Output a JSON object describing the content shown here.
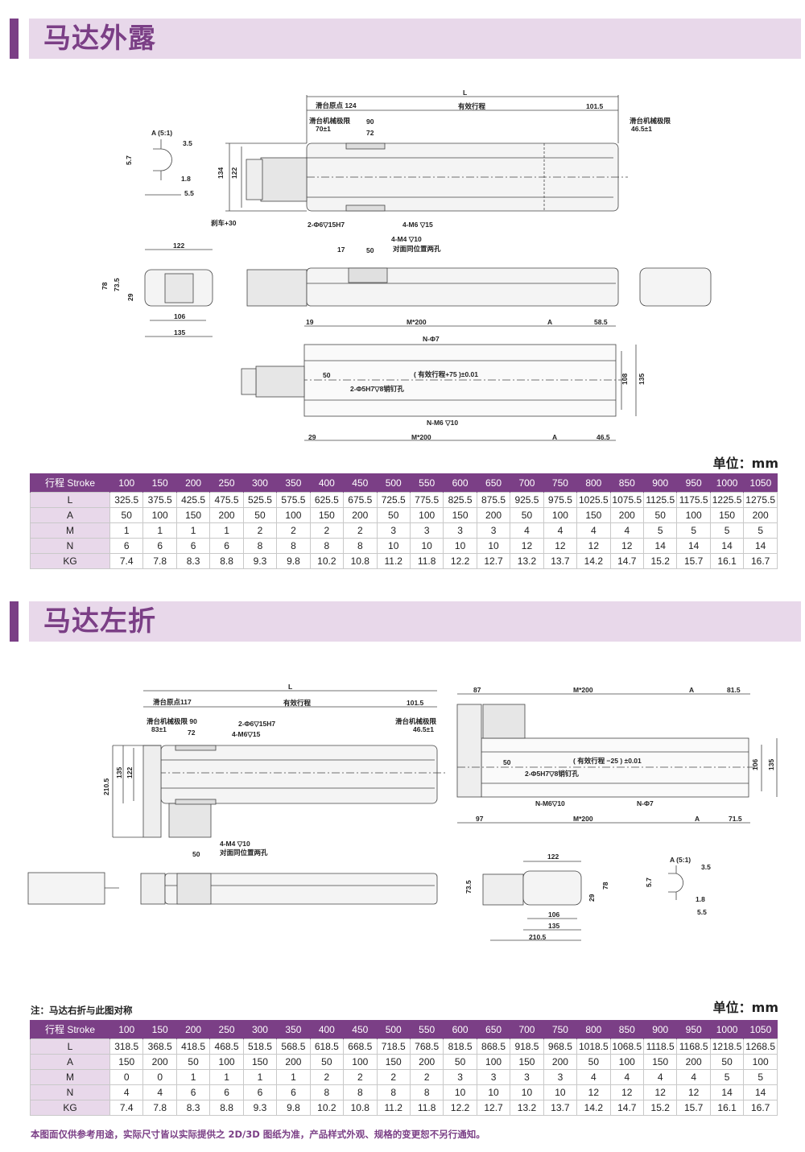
{
  "section1": {
    "title": "马达外露",
    "labels": {
      "L": "L",
      "origin": "滑台原点 124",
      "stroke": "有效行程",
      "d101_5": "101.5",
      "mech_limit_l": "滑台机械极限",
      "d70": "70±1",
      "d90": "90",
      "d72": "72",
      "mech_limit_r": "滑台机械极限",
      "d46_5": "46.5±1",
      "detail_a": "A (5:1)",
      "a3_5": "3.5",
      "a5_7": "5.7",
      "a1_8": "1.8",
      "a5_5": "5.5",
      "h134": "134",
      "h122": "122",
      "brake": "刹车+30",
      "pin_holes": "2-Φ6▽15H7",
      "m6_holes": "4-M6 ▽15",
      "m4_holes": "4-M4 ▽10",
      "opposite": "对面同位置两孔",
      "d17": "17",
      "d50": "50",
      "e122": "122",
      "e78": "78",
      "e73_5": "73.5",
      "e29": "29",
      "e106": "106",
      "e135": "135",
      "b19": "19",
      "bM200": "M*200",
      "bA": "A",
      "b58_5": "58.5",
      "bNphi7": "N-Φ7",
      "bStroke": "( 有效行程+75 )±0.01",
      "b50": "50",
      "bPin": "2-Φ5H7▽8销钉孔",
      "bNM6": "N-M6 ▽10",
      "b108": "108",
      "b135": "135",
      "b29": "29",
      "bM200b": "M*200",
      "bAb": "A",
      "b46_5": "46.5"
    },
    "unit": "单位：mm",
    "table": {
      "header": [
        "行程 Stroke",
        "100",
        "150",
        "200",
        "250",
        "300",
        "350",
        "400",
        "450",
        "500",
        "550",
        "600",
        "650",
        "700",
        "750",
        "800",
        "850",
        "900",
        "950",
        "1000",
        "1050"
      ],
      "rows": [
        [
          "L",
          "325.5",
          "375.5",
          "425.5",
          "475.5",
          "525.5",
          "575.5",
          "625.5",
          "675.5",
          "725.5",
          "775.5",
          "825.5",
          "875.5",
          "925.5",
          "975.5",
          "1025.5",
          "1075.5",
          "1125.5",
          "1175.5",
          "1225.5",
          "1275.5"
        ],
        [
          "A",
          "50",
          "100",
          "150",
          "200",
          "50",
          "100",
          "150",
          "200",
          "50",
          "100",
          "150",
          "200",
          "50",
          "100",
          "150",
          "200",
          "50",
          "100",
          "150",
          "200"
        ],
        [
          "M",
          "1",
          "1",
          "1",
          "1",
          "2",
          "2",
          "2",
          "2",
          "3",
          "3",
          "3",
          "3",
          "4",
          "4",
          "4",
          "4",
          "5",
          "5",
          "5",
          "5"
        ],
        [
          "N",
          "6",
          "6",
          "6",
          "6",
          "8",
          "8",
          "8",
          "8",
          "10",
          "10",
          "10",
          "10",
          "12",
          "12",
          "12",
          "12",
          "14",
          "14",
          "14",
          "14"
        ],
        [
          "KG",
          "7.4",
          "7.8",
          "8.3",
          "8.8",
          "9.3",
          "9.8",
          "10.2",
          "10.8",
          "11.2",
          "11.8",
          "12.2",
          "12.7",
          "13.2",
          "13.7",
          "14.2",
          "14.7",
          "15.2",
          "15.7",
          "16.1",
          "16.7"
        ]
      ]
    }
  },
  "section2": {
    "title": "马达左折",
    "labels": {
      "L": "L",
      "origin": "滑台原点117",
      "stroke": "有效行程",
      "d101_5": "101.5",
      "mech_limit_l": "滑台机械极限 90",
      "d83": "83±1",
      "d72": "72",
      "pin_holes": "2-Φ6▽15H7",
      "m6_holes": "4-M6▽15",
      "mech_limit_r": "滑台机械极限",
      "d46_5": "46.5±1",
      "h210_5": "210.5",
      "h135": "135",
      "h122": "122",
      "m4_holes": "4-M4 ▽10",
      "opposite": "对面同位置两孔",
      "d50": "50",
      "r87": "87",
      "rM200": "M*200",
      "rA": "A",
      "r81_5": "81.5",
      "rStroke": "( 有效行程 −25 ) ±0.01",
      "r50": "50",
      "rPin": "2-Φ5H7▽8销钉孔",
      "rNM6": "N-M6▽10",
      "rNphi7": "N-Φ7",
      "r106": "106",
      "r135": "135",
      "r97": "97",
      "rM200b": "M*200",
      "rAb": "A",
      "r71_5": "71.5",
      "e122": "122",
      "e73_5": "73.5",
      "e29": "29",
      "e78": "78",
      "e106": "106",
      "e135": "135",
      "e210_5": "210.5",
      "detail_a": "A (5:1)",
      "a3_5": "3.5",
      "a5_7": "5.7",
      "a1_8": "1.8",
      "a5_5": "5.5"
    },
    "note": "注：马达右折与此图对称",
    "unit": "单位：mm",
    "table": {
      "header": [
        "行程 Stroke",
        "100",
        "150",
        "200",
        "250",
        "300",
        "350",
        "400",
        "450",
        "500",
        "550",
        "600",
        "650",
        "700",
        "750",
        "800",
        "850",
        "900",
        "950",
        "1000",
        "1050"
      ],
      "rows": [
        [
          "L",
          "318.5",
          "368.5",
          "418.5",
          "468.5",
          "518.5",
          "568.5",
          "618.5",
          "668.5",
          "718.5",
          "768.5",
          "818.5",
          "868.5",
          "918.5",
          "968.5",
          "1018.5",
          "1068.5",
          "1118.5",
          "1168.5",
          "1218.5",
          "1268.5"
        ],
        [
          "A",
          "150",
          "200",
          "50",
          "100",
          "150",
          "200",
          "50",
          "100",
          "150",
          "200",
          "50",
          "100",
          "150",
          "200",
          "50",
          "100",
          "150",
          "200",
          "50",
          "100"
        ],
        [
          "M",
          "0",
          "0",
          "1",
          "1",
          "1",
          "1",
          "2",
          "2",
          "2",
          "2",
          "3",
          "3",
          "3",
          "3",
          "4",
          "4",
          "4",
          "4",
          "5",
          "5"
        ],
        [
          "N",
          "4",
          "4",
          "6",
          "6",
          "6",
          "6",
          "8",
          "8",
          "8",
          "8",
          "10",
          "10",
          "10",
          "10",
          "12",
          "12",
          "12",
          "12",
          "14",
          "14"
        ],
        [
          "KG",
          "7.4",
          "7.8",
          "8.3",
          "8.8",
          "9.3",
          "9.8",
          "10.2",
          "10.8",
          "11.2",
          "11.8",
          "12.2",
          "12.7",
          "13.2",
          "13.7",
          "14.2",
          "14.7",
          "15.2",
          "15.7",
          "16.1",
          "16.7"
        ]
      ]
    }
  },
  "footer": "本图面仅供参考用途，实际尺寸皆以实际提供之 2D/3D 图纸为准，产品样式外观、规格的变更恕不另行通知。",
  "colors": {
    "accent": "#7b3f86",
    "band": "#e8d8ea"
  }
}
